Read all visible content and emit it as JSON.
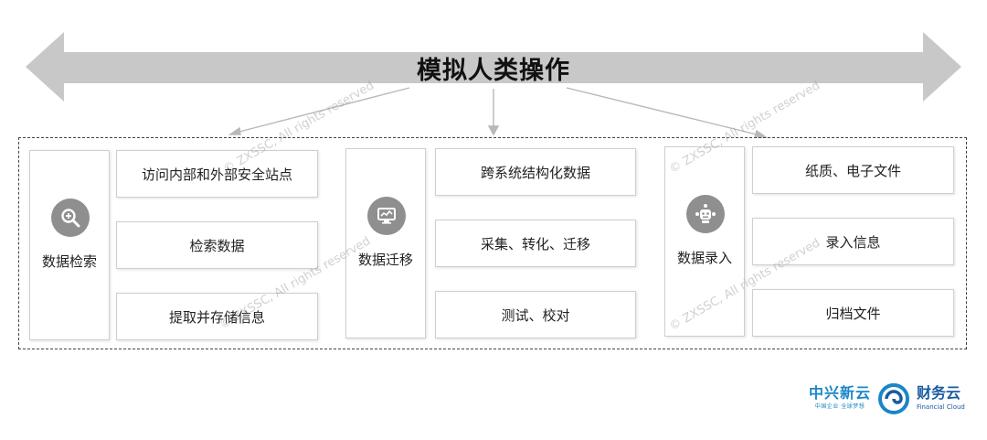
{
  "header": {
    "title": "模拟人类操作"
  },
  "categories": [
    {
      "label": "数据检索",
      "icon": "magnifier-icon",
      "items": [
        "访问内部和外部安全站点",
        "检索数据",
        "提取并存储信息"
      ]
    },
    {
      "label": "数据迁移",
      "icon": "monitor-icon",
      "items": [
        "跨系统结构化数据",
        "采集、转化、迁移",
        "测试、校对"
      ]
    },
    {
      "label": "数据录入",
      "icon": "robot-icon",
      "items": [
        "纸质、电子文件",
        "录入信息",
        "归档文件"
      ]
    }
  ],
  "watermark": "© ZXSSC, All rights reserved",
  "logos": {
    "zx": {
      "name": "中兴新云",
      "slogan": "中国企业 全球梦想"
    },
    "cw": {
      "name": "财务云",
      "slogan": "Financial Cloud"
    }
  },
  "colors": {
    "arrow": "#c8c8c8",
    "icon_bg": "#8f8f8f",
    "brand_blue": "#1a86c8",
    "dark_blue": "#1a5aa0"
  }
}
